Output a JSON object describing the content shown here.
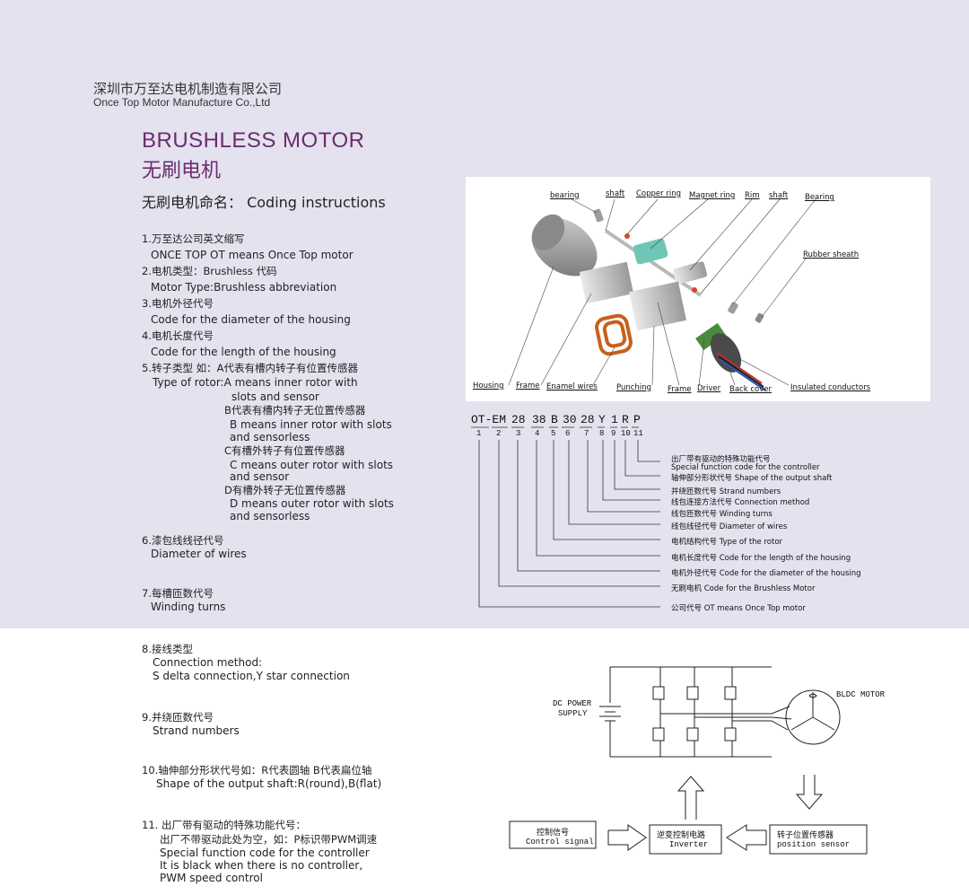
{
  "company": {
    "name_cn": "深圳市万至达电机制造有限公司",
    "name_en": "Once Top Motor Manufacture Co.,Ltd"
  },
  "title": {
    "en": "BRUSHLESS MOTOR",
    "cn": "无刷电机",
    "subtitle": "无刷电机命名： Coding instructions"
  },
  "instructions": [
    {
      "lines": [
        "1.万至达公司英文缩写",
        "ONCE TOP OT means Once Top motor"
      ]
    },
    {
      "lines": [
        "2.电机类型：Brushless 代码",
        "Motor Type:Brushless abbreviation"
      ]
    },
    {
      "lines": [
        "3.电机外径代号",
        "Code for the diameter of the housing"
      ]
    },
    {
      "lines": [
        "4.电机长度代号",
        "Code for the length of the housing"
      ]
    },
    {
      "lines": [
        "5.转子类型 如：A代表有槽内转子有位置传感器",
        "Type of rotor:A means inner rotor with",
        "slots and sensor",
        "B代表有槽内转子无位置传感器",
        "B means inner rotor with slots",
        "and sensorless",
        "C有槽外转子有位置传感器",
        "C means outer rotor with slots",
        "and sensor",
        "D有槽外转子无位置传感器",
        "D means outer rotor with slots",
        "and sensorless"
      ]
    },
    {
      "lines": [
        "6.漆包线线径代号",
        "Diameter of wires"
      ]
    },
    {
      "lines": [
        "7.每槽匝数代号",
        "Winding turns"
      ]
    },
    {
      "lines": [
        "8.接线类型",
        "Connection method:",
        "S delta connection,Y star connection"
      ]
    },
    {
      "lines": [
        "9.并绕匝数代号",
        "Strand numbers"
      ]
    },
    {
      "lines": [
        "10.轴伸部分形状代号如：R代表圆轴 B代表扁位轴",
        "Shape of the output shaft:R(round),B(flat)"
      ]
    },
    {
      "lines": [
        "11. 出厂带有驱动的特殊功能代号：",
        "出厂不带驱动此处为空，如：P标识带PWM调速",
        "Special function code for the controller",
        "It is black when there is no controller,",
        "PWM speed  control"
      ]
    }
  ],
  "exploded_view": {
    "labels_top": [
      "bearing",
      "shaft",
      "Copper ring",
      "Magnet ring",
      "Rim",
      "shaft",
      "Bearing"
    ],
    "label_right": "Rubber sheath",
    "labels_bottom": [
      "Housing",
      "Frame",
      "Enamel wires",
      "Punching",
      "Frame",
      "Driver",
      "Back cover",
      "Insulated conductors"
    ]
  },
  "coding": {
    "segments": [
      "OT-EM",
      "28",
      "38",
      "B",
      "30",
      "28",
      "Y",
      "1",
      "R",
      "P"
    ],
    "numbers": [
      "1",
      "2",
      "3",
      "4",
      "5",
      "6",
      "7",
      "8",
      "9",
      "10",
      "11"
    ],
    "legend": [
      "出厂带有驱动的特殊功能代号",
      "Special function code for the controller",
      "轴伸部分形状代号 Shape of the output shaft",
      "并绕匝数代号 Strand numbers",
      "线包连接方法代号 Connection method",
      "线包匝数代号 Winding turns",
      "线包线径代号 Diameter of wires",
      "电机结构代号 Type of the rotor",
      "电机长度代号 Code for the length of the housing",
      "电机外径代号 Code for the diameter of the housing",
      "无刷电机 Code for the Brushless Motor",
      "公司代号 OT means Once Top motor"
    ]
  },
  "circuit": {
    "power_label": [
      "DC POWER",
      "SUPPLY"
    ],
    "motor_label": "BLDC MOTOR",
    "control_signal": [
      "控制信号",
      "Control signal"
    ],
    "inverter": [
      "逆变控制电路",
      "Inverter"
    ],
    "sensor": [
      "转子位置传感器",
      "position sensor"
    ]
  }
}
